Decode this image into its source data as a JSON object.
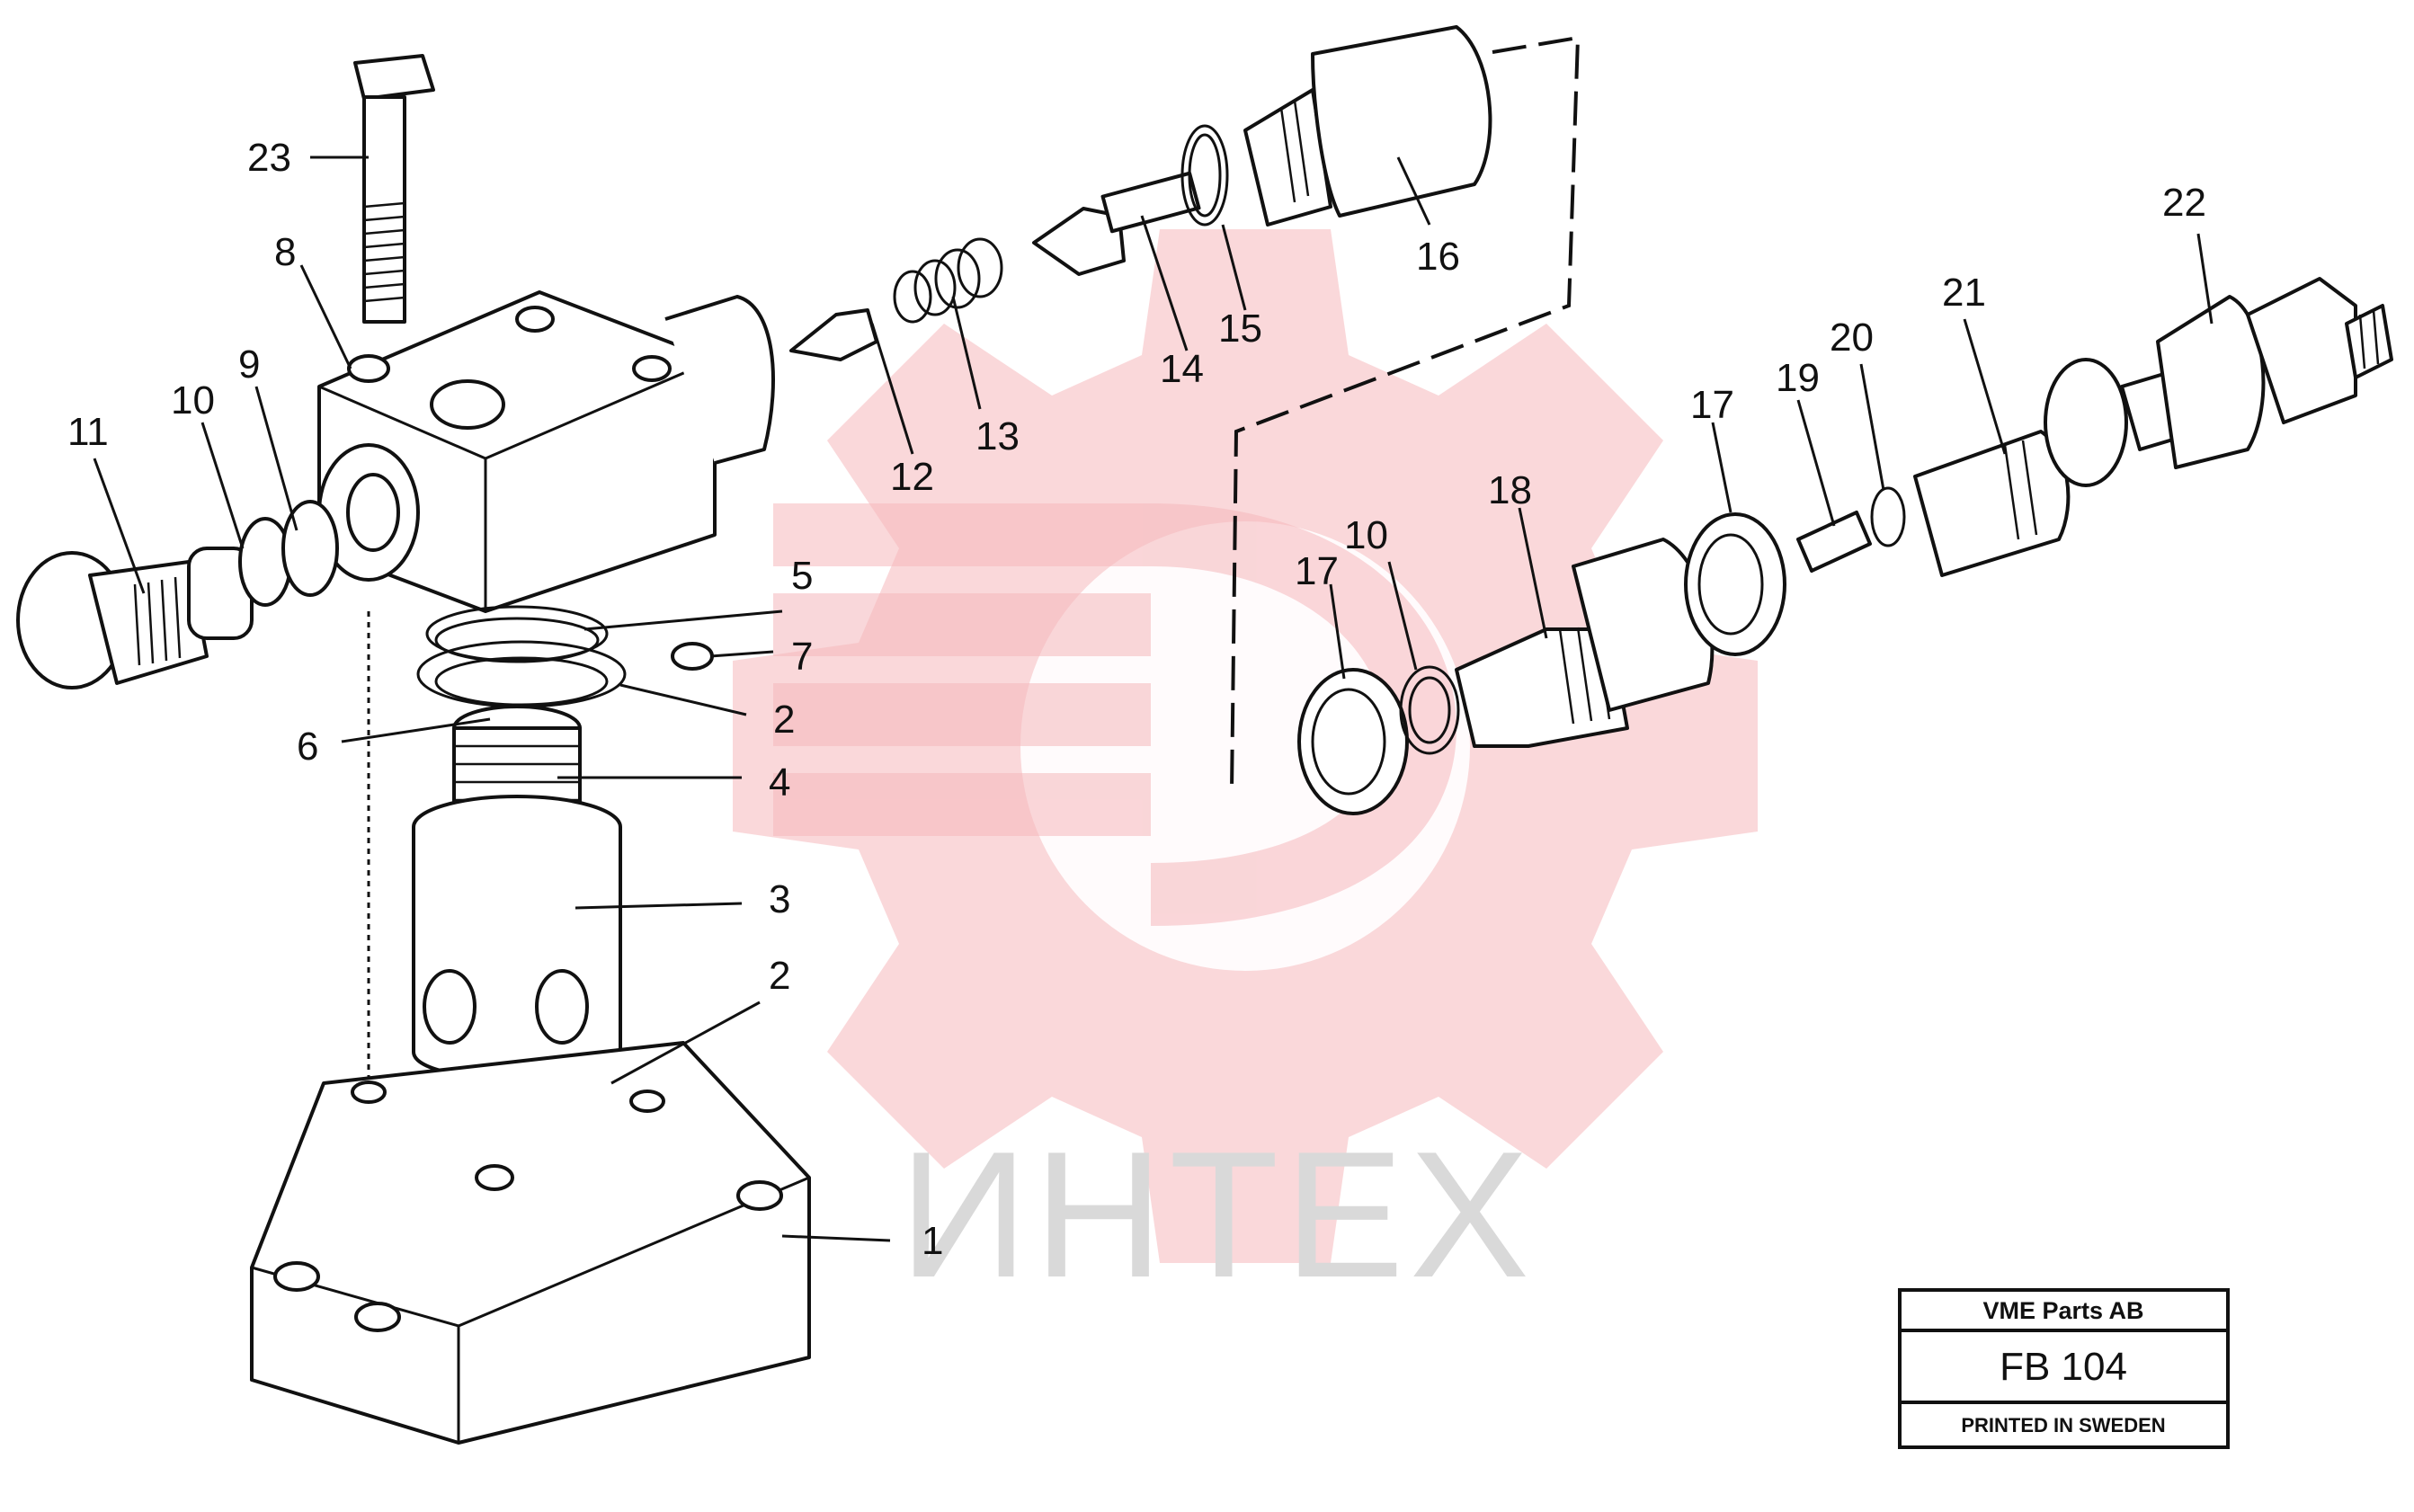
{
  "watermark": {
    "text": "ИНТЕХ",
    "logo_color": "#f5b8bc",
    "logo_icon": "gear-logo-icon"
  },
  "callouts": {
    "c1": "1",
    "c2a": "2",
    "c2b": "2",
    "c3": "3",
    "c4": "4",
    "c5": "5",
    "c6": "6",
    "c7": "7",
    "c8": "8",
    "c9": "9",
    "c10a": "10",
    "c10b": "10",
    "c11": "11",
    "c12": "12",
    "c13": "13",
    "c14": "14",
    "c15": "15",
    "c16": "16",
    "c17a": "17",
    "c17b": "17",
    "c18": "18",
    "c19": "19",
    "c20": "20",
    "c21": "21",
    "c22": "22",
    "c23": "23"
  },
  "title_block": {
    "company": "VME Parts AB",
    "code": "FB 104",
    "printed": "PRINTED IN SWEDEN"
  }
}
